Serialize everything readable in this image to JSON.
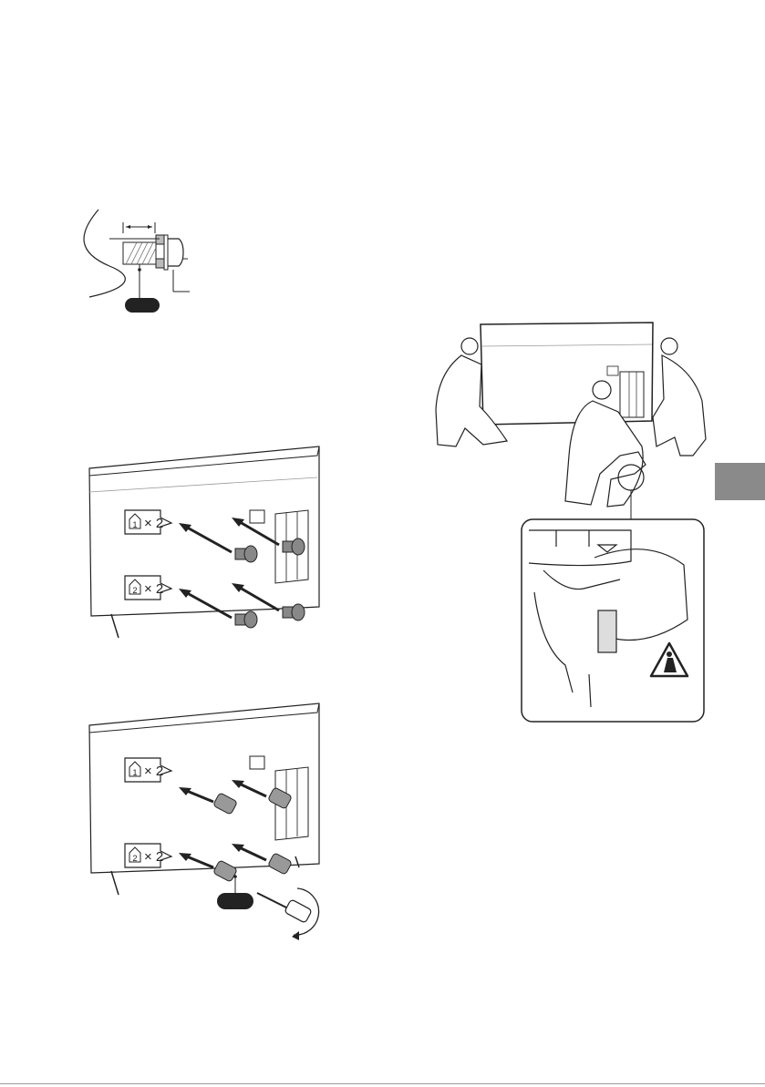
{
  "figures": {
    "screw_detail": {
      "description_label": ""
    },
    "attach_screws": {
      "callouts": [
        {
          "icon": "part-1-icon",
          "qty": "× 2"
        },
        {
          "icon": "part-2-icon",
          "qty": "× 2"
        }
      ]
    },
    "attach_stand": {
      "callouts": [
        {
          "icon": "part-1-icon",
          "qty": "× 2"
        },
        {
          "icon": "part-2-icon",
          "qty": "× 2"
        }
      ]
    },
    "lift_tv": {
      "warning_icon": "pinch-warning-icon"
    }
  },
  "colors": {
    "side_tab": "#8a8a8a",
    "line": "#222222",
    "fill_dark": "#555555"
  }
}
